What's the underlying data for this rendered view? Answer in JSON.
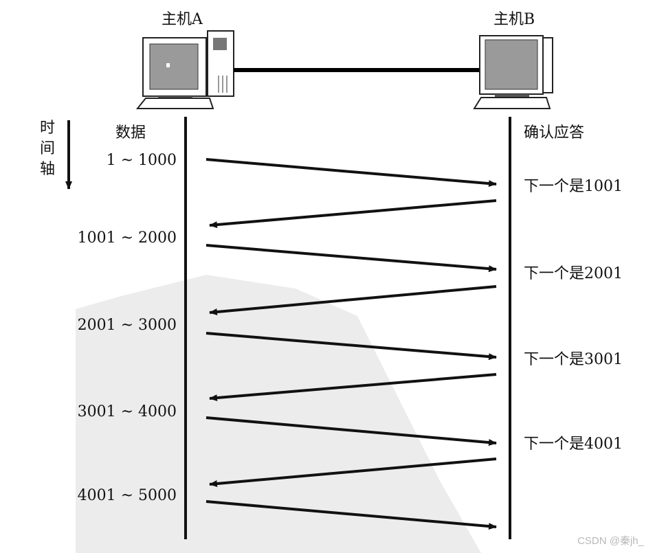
{
  "host_a": {
    "label": "主机A"
  },
  "host_b": {
    "label": "主机B"
  },
  "time_axis": {
    "chars": [
      "时",
      "间",
      "轴"
    ]
  },
  "data_header": "数据",
  "ack_header": "确认应答",
  "data_segments": [
    "1 ~ 1000",
    "1001 ~ 2000",
    "2001 ~ 3000",
    "3001 ~ 4000",
    "4001 ~ 5000"
  ],
  "acks": [
    "下一个是1001",
    "下一个是2001",
    "下一个是3001",
    "下一个是4001"
  ],
  "watermark": "CSDN @秦jh_"
}
